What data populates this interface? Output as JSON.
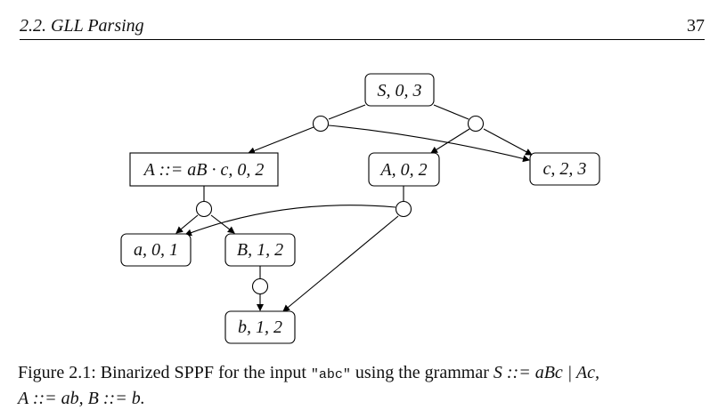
{
  "header": {
    "section": "2.2.   GLL Parsing",
    "page_number": "37"
  },
  "figure": {
    "nodes": {
      "s03": "S, 0, 3",
      "a_item": "A ::= aB · c, 0, 2",
      "a02": "A, 0, 2",
      "c23": "c, 2, 3",
      "a01": "a, 0, 1",
      "b12_upper": "B, 1, 2",
      "b12_lower": "b, 1, 2"
    }
  },
  "caption": {
    "prefix": "Figure 2.1: Binarized SPPF for the input ",
    "input": "\"abc\"",
    "middle": " using the grammar ",
    "grammar_line1": "S ::= aBc | Ac,",
    "grammar_line2": "A ::= ab, B ::= b."
  }
}
